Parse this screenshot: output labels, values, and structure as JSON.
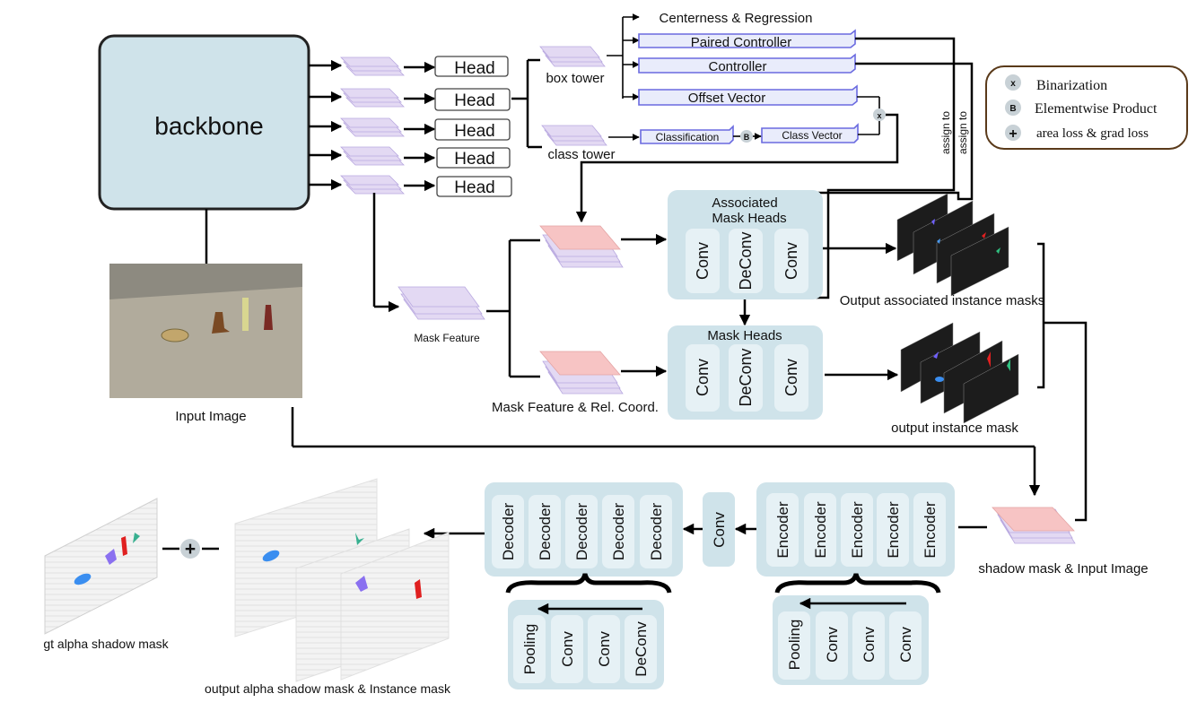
{
  "backbone": {
    "label": "backbone"
  },
  "input_image": {
    "caption": "Input Image"
  },
  "heads": [
    "Head",
    "Head",
    "Head",
    "Head",
    "Head"
  ],
  "towers": {
    "box": "box tower",
    "class": "class tower"
  },
  "outputs": {
    "centerness": "Centerness & Regression",
    "paired_controller": "Paired Controller",
    "controller": "Controller",
    "offset_vector": "Offset Vector",
    "classification": "Classification",
    "class_vector": "Class Vector"
  },
  "ops": {
    "binarization": "x",
    "elementwise": "B"
  },
  "legend": {
    "items": [
      {
        "symbol": "x",
        "label": "Binarization"
      },
      {
        "symbol": "B",
        "label": "Elementwise Product"
      },
      {
        "symbol": "+",
        "label": "area loss & grad loss"
      }
    ]
  },
  "assign_labels": [
    "assign to",
    "assign to"
  ],
  "mask_feature": "Mask Feature",
  "mask_feature_rel": "Mask Feature & Rel. Coord.",
  "assoc_heads": {
    "title_line1": "Associated",
    "title_line2": "Mask Heads",
    "cells": [
      "Conv",
      "DeConv",
      "Conv"
    ]
  },
  "mask_heads": {
    "title": "Mask Heads",
    "cells": [
      "Conv",
      "DeConv",
      "Conv"
    ]
  },
  "captions": {
    "assoc_output": "Output associated instance masks",
    "instance_output": "output instance mask",
    "shadow_input": "shadow mask & Input Image",
    "gt": "gt alpha shadow mask",
    "output_alpha": "output alpha shadow mask & Instance mask"
  },
  "encoder": {
    "cells": [
      "Encoder",
      "Encoder",
      "Encoder",
      "Encoder",
      "Encoder"
    ]
  },
  "middle_conv": "Conv",
  "decoder": {
    "cells": [
      "Decoder",
      "Decoder",
      "Decoder",
      "Decoder",
      "Decoder"
    ]
  },
  "encoder_detail": {
    "cells": [
      "Pooling",
      "Conv",
      "Conv",
      "Conv"
    ]
  },
  "decoder_detail": {
    "cells": [
      "Pooling",
      "Conv",
      "Conv",
      "DeConv"
    ]
  },
  "plus_symbol": "+",
  "colors": {
    "block": "#cfe3ea",
    "cell": "#e6f1f5",
    "feature": "#e3d9f3",
    "feature_top": "#f7c4c4",
    "bar": "#e9ecfb",
    "bar_edge": "#6a6ae0"
  }
}
